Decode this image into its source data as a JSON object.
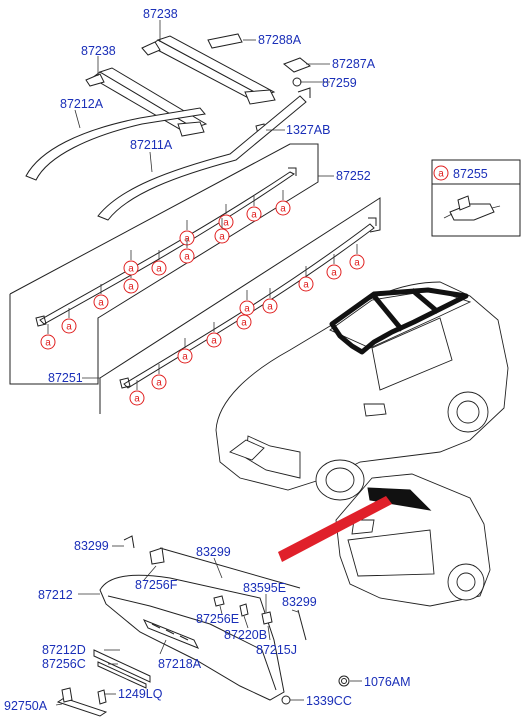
{
  "labels": {
    "l87238_top": "87238",
    "l87288A": "87288A",
    "l87238_2": "87238",
    "l87287A": "87287A",
    "l87259": "87259",
    "l87212A": "87212A",
    "l1327AB": "1327AB",
    "l87211A": "87211A",
    "l87252": "87252",
    "l87255": "87255",
    "l87251": "87251",
    "l83299_a": "83299",
    "l83299_b": "83299",
    "l87256F": "87256F",
    "l83595E": "83595E",
    "l87212": "87212",
    "l83299_c": "83299",
    "l87256E": "87256E",
    "l87220B": "87220B",
    "l87215J": "87215J",
    "l87212D": "87212D",
    "l87256C": "87256C",
    "l87218A": "87218A",
    "l1076AM": "1076AM",
    "l1249LQ": "1249LQ",
    "l92750A": "92750A",
    "l1339CC": "1339CC"
  },
  "clip_marker": "a",
  "colors": {
    "label": "#1a2fb8",
    "callout": "#e02020",
    "line": "#222222",
    "roof_highlight": "#111111"
  }
}
